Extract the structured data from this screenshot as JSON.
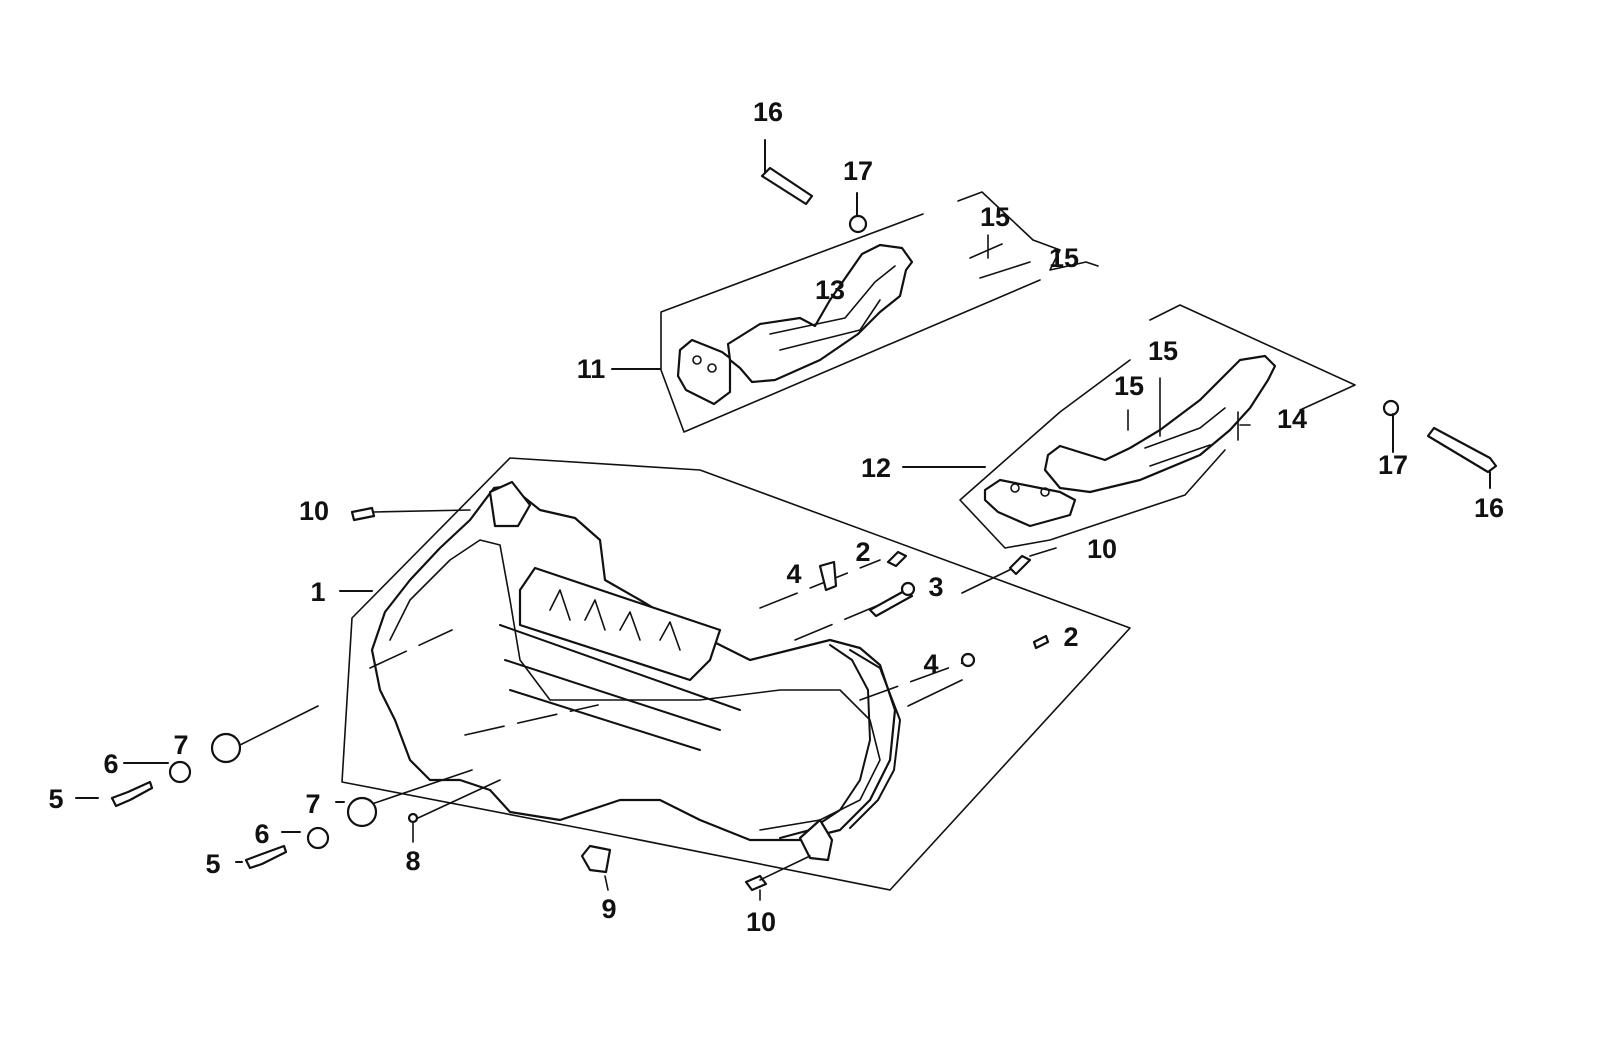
{
  "diagram": {
    "type": "exploded-parts-diagram",
    "subject": "headlight assembly with front turn signal lamps",
    "callouts": [
      {
        "id": "c1",
        "text": "1"
      },
      {
        "id": "c2a",
        "text": "2"
      },
      {
        "id": "c2b",
        "text": "2"
      },
      {
        "id": "c3",
        "text": "3"
      },
      {
        "id": "c4a",
        "text": "4"
      },
      {
        "id": "c4b",
        "text": "4"
      },
      {
        "id": "c5a",
        "text": "5"
      },
      {
        "id": "c5b",
        "text": "5"
      },
      {
        "id": "c6a",
        "text": "6"
      },
      {
        "id": "c6b",
        "text": "6"
      },
      {
        "id": "c7a",
        "text": "7"
      },
      {
        "id": "c7b",
        "text": "7"
      },
      {
        "id": "c8",
        "text": "8"
      },
      {
        "id": "c9",
        "text": "9"
      },
      {
        "id": "c10a",
        "text": "10"
      },
      {
        "id": "c10b",
        "text": "10"
      },
      {
        "id": "c10c",
        "text": "10"
      },
      {
        "id": "c11",
        "text": "11"
      },
      {
        "id": "c12",
        "text": "12"
      },
      {
        "id": "c13",
        "text": "13"
      },
      {
        "id": "c14",
        "text": "14"
      },
      {
        "id": "c15a",
        "text": "15"
      },
      {
        "id": "c15b",
        "text": "15"
      },
      {
        "id": "c15c",
        "text": "15"
      },
      {
        "id": "c15d",
        "text": "15"
      },
      {
        "id": "c16a",
        "text": "16"
      },
      {
        "id": "c16b",
        "text": "16"
      },
      {
        "id": "c17a",
        "text": "17"
      },
      {
        "id": "c17b",
        "text": "17"
      }
    ],
    "colors": {
      "line": "#111111",
      "background": "#ffffff"
    }
  }
}
